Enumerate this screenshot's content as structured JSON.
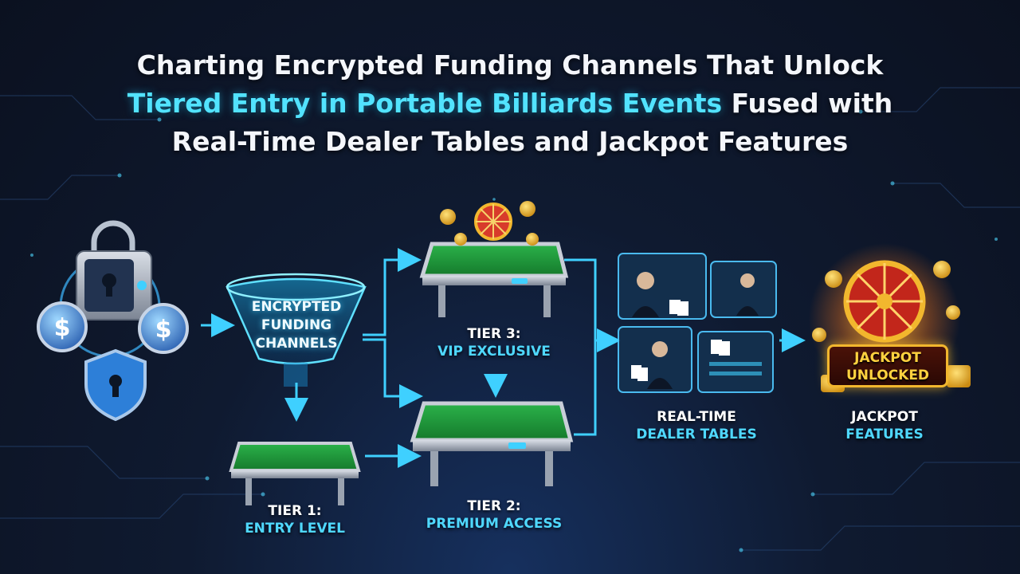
{
  "title": {
    "line1": "Charting Encrypted Funding Channels That Unlock",
    "line2_highlight": "Tiered Entry in Portable Billiards Events",
    "line2_rest": " Fused with",
    "line3": "Real-Time Dealer Tables and Jackpot Features"
  },
  "funnel": {
    "line1": "ENCRYPTED",
    "line2": "FUNDING",
    "line3": "CHANNELS"
  },
  "tiers": {
    "tier1": {
      "name": "TIER 1:",
      "desc": "ENTRY LEVEL"
    },
    "tier2": {
      "name": "TIER 2:",
      "desc": "PREMIUM ACCESS"
    },
    "tier3": {
      "name": "TIER 3:",
      "desc": "VIP EXCLUSIVE"
    }
  },
  "dealer": {
    "line1": "REAL-TIME",
    "line2": "DEALER TABLES"
  },
  "jackpot": {
    "banner_line1": "JACKPOT",
    "banner_line2": "UNLOCKED",
    "label_line1": "JACKPOT",
    "label_line2": "FEATURES"
  },
  "currency_symbol": "$",
  "colors": {
    "accent": "#4fd8ff",
    "flow_arrow": "#3fd0ff",
    "felt": "#1f9a3a",
    "gold": "#f2b72e",
    "background": "#0f1a30"
  },
  "icons": [
    "safe-lock-icon",
    "padlock-icon",
    "dollar-coin-icon",
    "shield-keyhole-icon",
    "funnel-icon",
    "pool-table-icon",
    "dealer-screen-icon",
    "prize-wheel-icon",
    "gold-coins-icon"
  ]
}
